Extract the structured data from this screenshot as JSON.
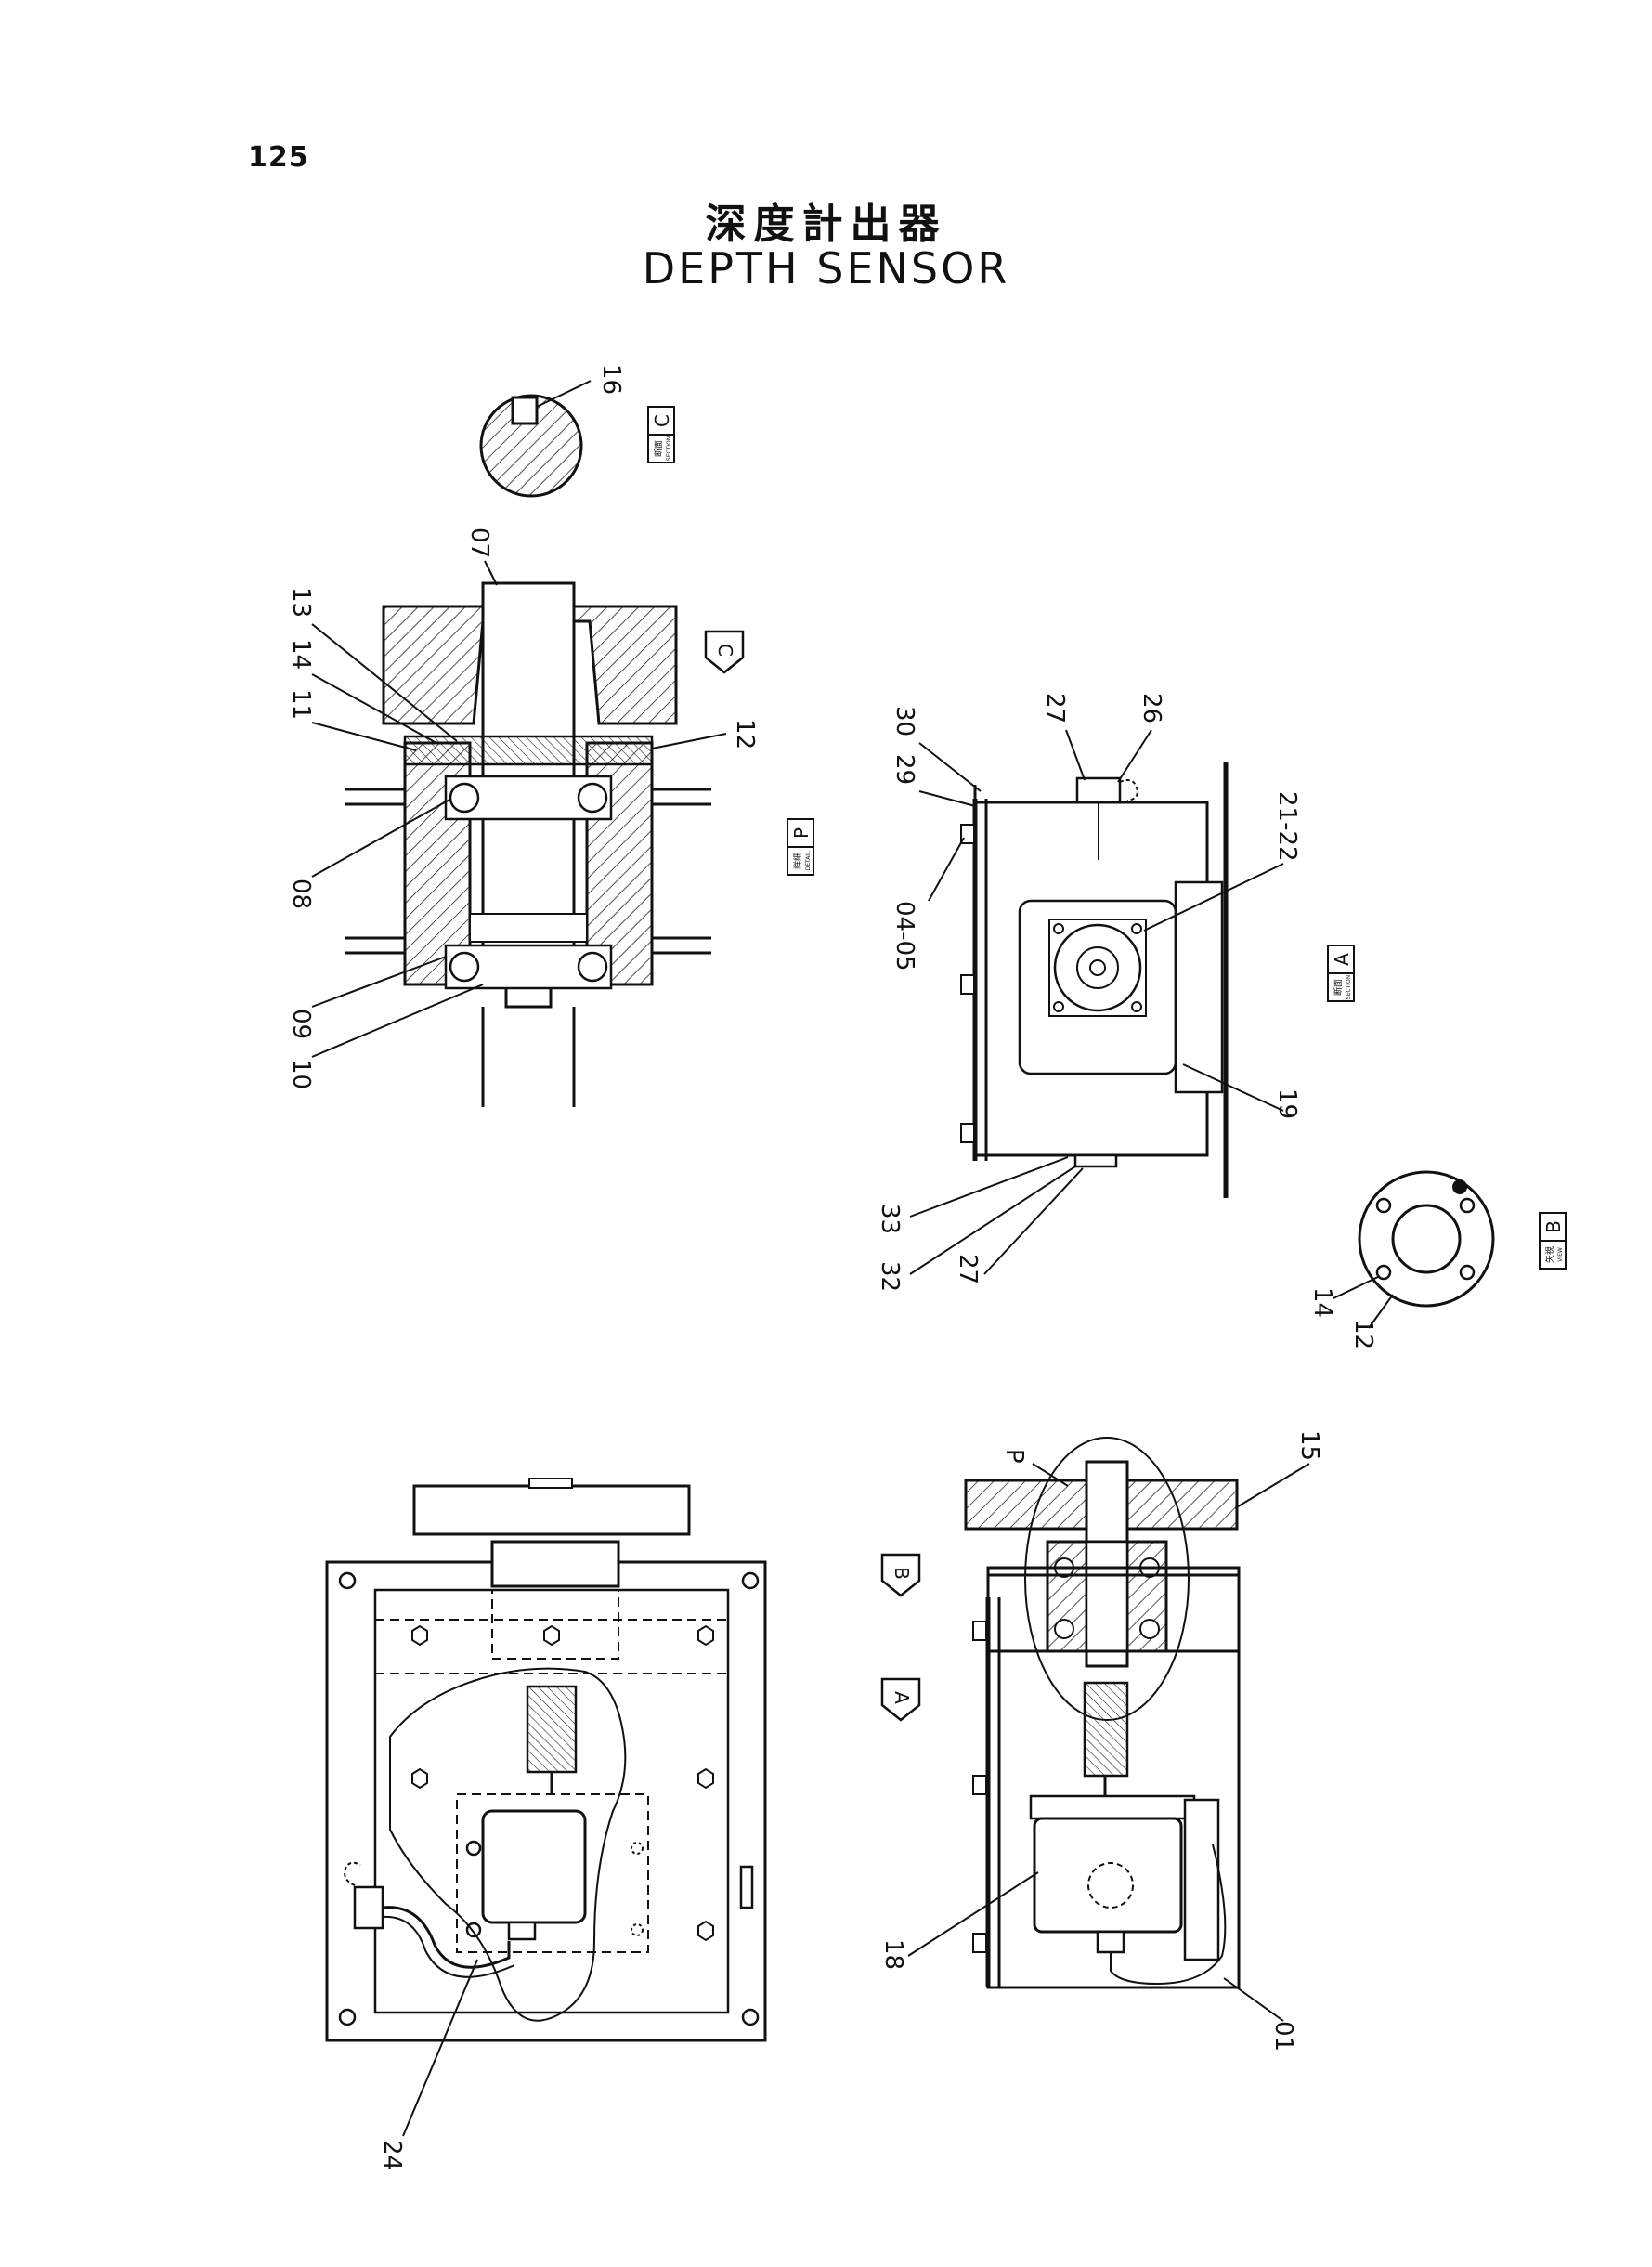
{
  "page_number": "125",
  "title_jp": "深度計出器",
  "title_en": "DEPTH SENSOR",
  "view_tags": [
    {
      "id": "section-c",
      "kanji": "断面",
      "small": "SECTION",
      "letter": "C"
    },
    {
      "id": "detail-p",
      "kanji": "詳細",
      "small": "DETAIL",
      "letter": "P"
    },
    {
      "id": "section-a",
      "kanji": "断面",
      "small": "SECTION",
      "letter": "A"
    },
    {
      "id": "view-b",
      "kanji": "矢視",
      "small": "VIEW",
      "letter": "B"
    }
  ],
  "section_arrows": [
    {
      "id": "arrow-c",
      "letter": "C"
    },
    {
      "id": "arrow-b",
      "letter": "B"
    },
    {
      "id": "arrow-a",
      "letter": "A"
    },
    {
      "id": "arrow-p",
      "letter": "P"
    }
  ],
  "part_labels": {
    "detail": [
      "16",
      "07",
      "13",
      "14",
      "11",
      "12",
      "08",
      "09",
      "10"
    ],
    "section_a": [
      "30",
      "29",
      "27",
      "26",
      "04-05",
      "21-22",
      "19",
      "33",
      "32",
      "27"
    ],
    "view_b": [
      "14",
      "12"
    ],
    "assembly": [
      "15",
      "18",
      "01",
      "24"
    ]
  }
}
